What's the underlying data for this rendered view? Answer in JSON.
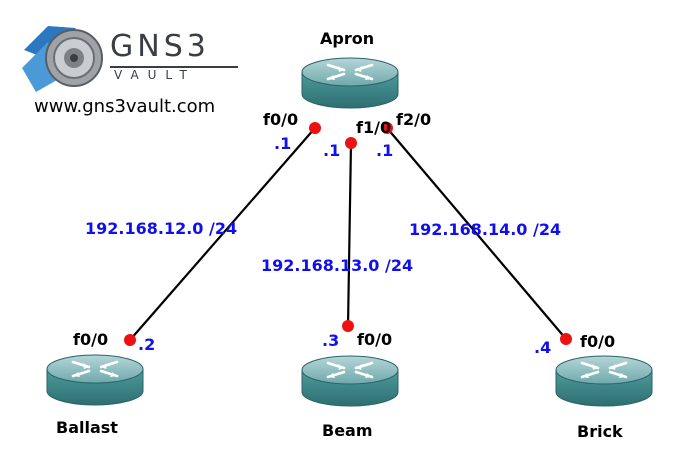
{
  "logo": {
    "brand": "GNS3",
    "sub": "VAULT",
    "url": "www.gns3vault.com"
  },
  "colors": {
    "router_body": "#3f8a8c",
    "router_top": "#8fbfc2",
    "link": "#000000",
    "port_dot": "#ee1111",
    "network_text": "#1010ee"
  },
  "routers": {
    "apron": {
      "name": "Apron",
      "icon": "router-icon"
    },
    "ballast": {
      "name": "Ballast",
      "icon": "router-icon"
    },
    "beam": {
      "name": "Beam",
      "icon": "router-icon"
    },
    "brick": {
      "name": "Brick",
      "icon": "router-icon"
    }
  },
  "interfaces": {
    "apron_f00": "f0/0",
    "apron_f10": "f1/0",
    "apron_f20": "f2/0",
    "ballast_f00": "f0/0",
    "beam_f00": "f0/0",
    "brick_f00": "f0/0"
  },
  "host_ips": {
    "apron_f00": ".1",
    "apron_f10": ".1",
    "apron_f20": ".1",
    "ballast": ".2",
    "beam": ".3",
    "brick": ".4"
  },
  "networks": {
    "apron_ballast": "192.168.12.0 /24",
    "apron_beam": "192.168.13.0 /24",
    "apron_brick": "192.168.14.0 /24"
  }
}
